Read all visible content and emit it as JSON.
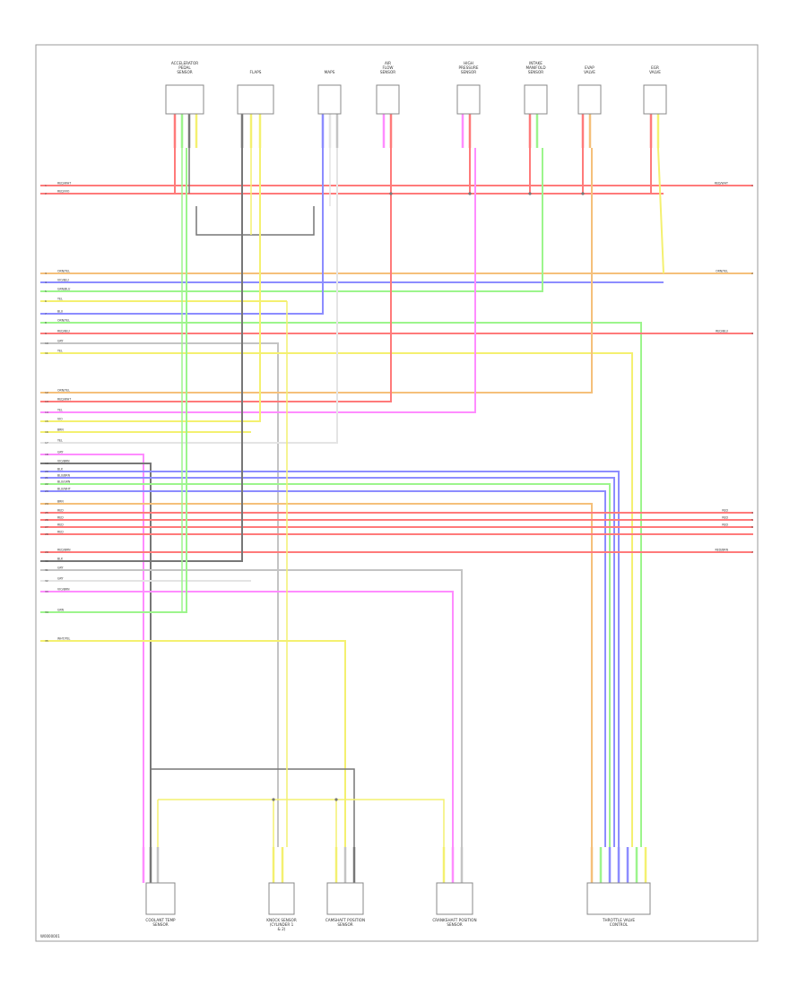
{
  "diagram": {
    "type": "wiring-diagram",
    "page_code": "W0000001",
    "colors": {
      "frame": "#9a9a9a",
      "box": "#888888",
      "wire_red": "#ff7a7a",
      "wire_pink": "#ff8cff",
      "wire_yellow": "#f4f070",
      "wire_green": "#9cf58c",
      "wire_blue": "#8c8cff",
      "wire_orange": "#f5c07a",
      "wire_black": "#777777",
      "wire_gray": "#c4c4c4",
      "wire_white": "#e4e4e4"
    },
    "top_components": [
      "ACCELERATOR PEDAL SENSOR",
      "FLAPS",
      "MAPS",
      "AIR FLOW SENSOR",
      "HIGH PRESSURE SENSOR",
      "INTAKE MANIFOLD SENSOR",
      "EVAP VALVE",
      "EGR VALVE"
    ],
    "bottom_components": [
      "COOLANT TEMP SENSOR",
      "KNOCK SENSOR (CYLINDER 1 & 2)",
      "CAMSHAFT POSITION SENSOR",
      "CRANKSHAFT POSITION SENSOR",
      "THROTTLE VALVE CONTROL"
    ],
    "left_labels": [
      "RED/WHT",
      "RED/VIO",
      "ORN/YEL",
      "VIO/BLU",
      "GRN/BLU",
      "YEL",
      "BLU",
      "ORN/YEL",
      "RED/BLU",
      "GRY",
      "YEL",
      "ORN/YEL",
      "RED/WHT",
      "YEL",
      "VIO",
      "BRN",
      "YEL",
      "GRY",
      "VIO/BRN",
      "BLK",
      "BLU/BRN",
      "BLU/GRN",
      "BLU/WHT",
      "BRN",
      "RED",
      "RED",
      "RED",
      "RED",
      "RED/BRN",
      "BLK",
      "GRY",
      "GRY",
      "VIO/BRN",
      "GRN",
      "WHT/YEL"
    ],
    "right_labels": [
      "RED/WHT",
      "ORN/YEL",
      "RED/BLU",
      "RED",
      "RED",
      "RED",
      "RED/BRN"
    ]
  }
}
